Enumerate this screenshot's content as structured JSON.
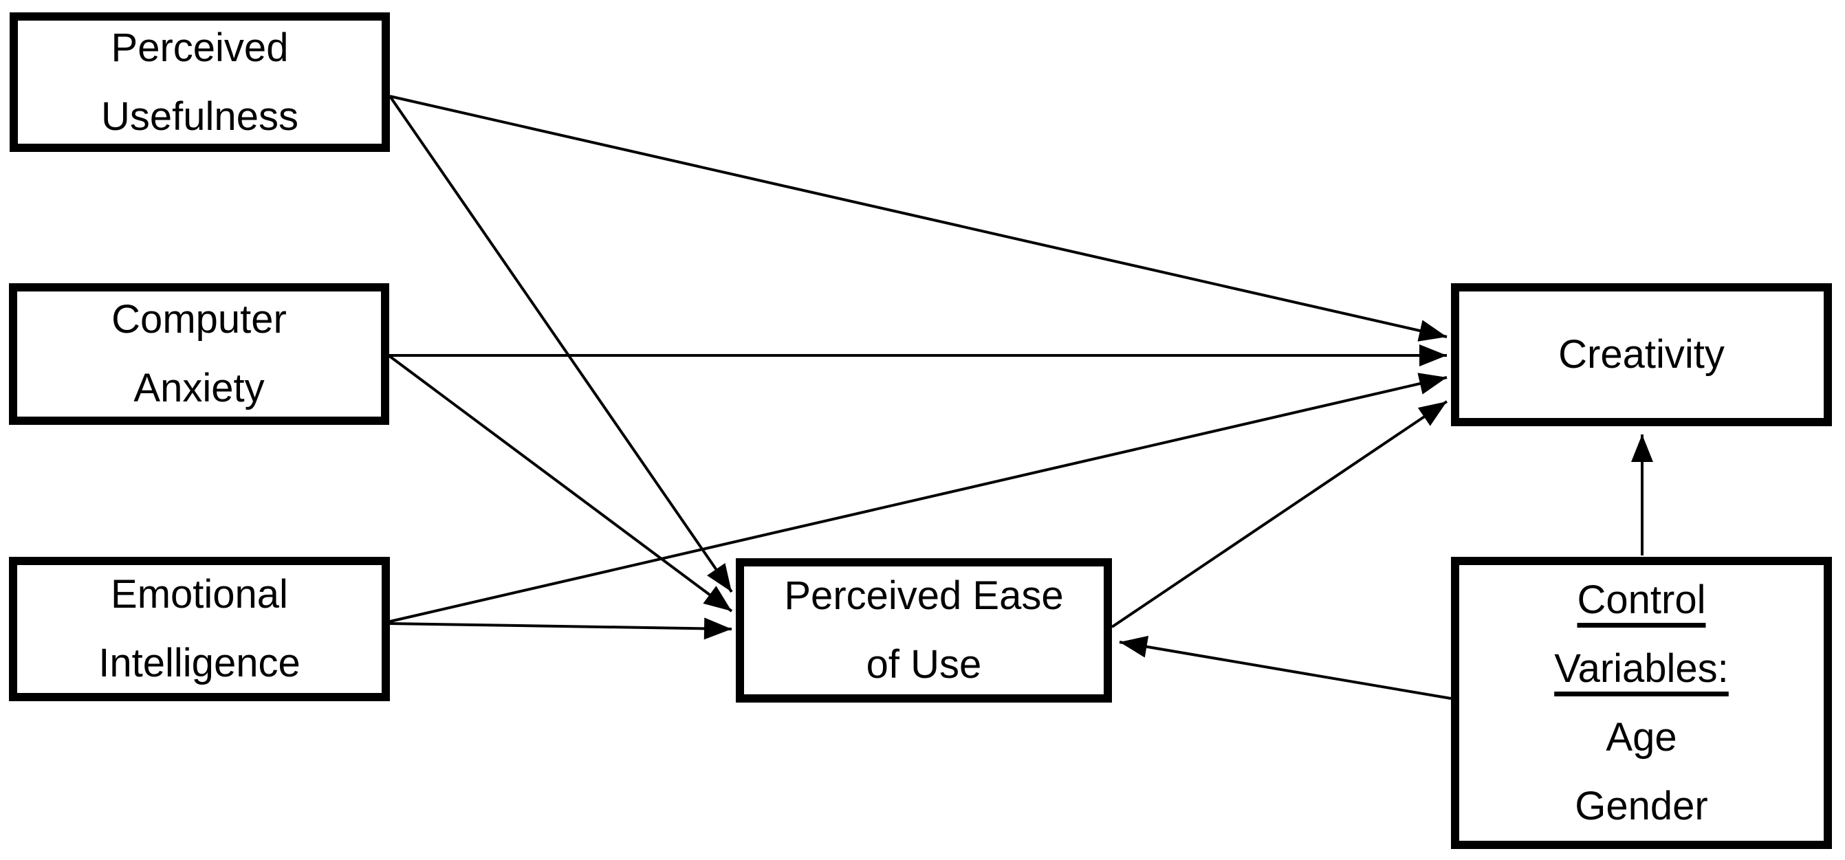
{
  "figure": {
    "title": "Research model diagram",
    "background_color": "#ffffff",
    "line_color": "#000000",
    "nodes": {
      "perceived_usefulness": {
        "line1": "Perceived",
        "line2": "Usefulness"
      },
      "computer_anxiety": {
        "line1": "Computer",
        "line2": "Anxiety"
      },
      "emotional_intelligence": {
        "line1": "Emotional",
        "line2": "Intelligence"
      },
      "perceived_ease_of_use": {
        "line1": "Perceived Ease",
        "line2": "of Use"
      },
      "creativity": {
        "label": "Creativity"
      },
      "control_variables": {
        "heading_line1": "Control",
        "heading_line2": "Variables:",
        "item1": "Age",
        "item2": "Gender"
      }
    },
    "edges": [
      {
        "from": "Perceived Usefulness",
        "to": "Creativity"
      },
      {
        "from": "Perceived Usefulness",
        "to": "Perceived Ease of Use"
      },
      {
        "from": "Computer Anxiety",
        "to": "Creativity"
      },
      {
        "from": "Computer Anxiety",
        "to": "Perceived Ease of Use"
      },
      {
        "from": "Emotional Intelligence",
        "to": "Creativity"
      },
      {
        "from": "Emotional Intelligence",
        "to": "Perceived Ease of Use"
      },
      {
        "from": "Perceived Ease of Use",
        "to": "Creativity"
      },
      {
        "from": "Control Variables",
        "to": "Perceived Ease of Use"
      },
      {
        "from": "Control Variables",
        "to": "Creativity"
      }
    ]
  }
}
